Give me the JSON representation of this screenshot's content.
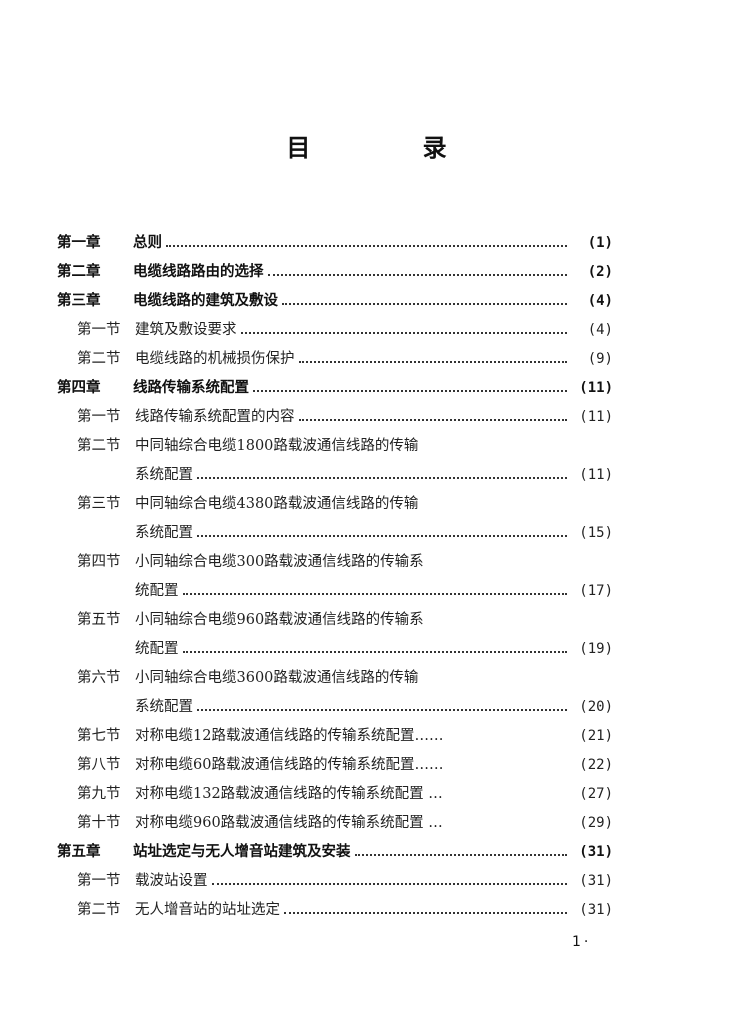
{
  "heading": "目 录",
  "toc": {
    "ch1": {
      "num": "第一章",
      "title": "总则",
      "page": "(1)"
    },
    "ch2": {
      "num": "第二章",
      "title": "电缆线路路由的选择",
      "page": "(2)"
    },
    "ch3": {
      "num": "第三章",
      "title": "电缆线路的建筑及敷设",
      "page": "(4)"
    },
    "ch3s1": {
      "num": "第一节",
      "title": "建筑及敷设要求",
      "page": "(4)"
    },
    "ch3s2": {
      "num": "第二节",
      "title": "电缆线路的机械损伤保护",
      "page": "(9)"
    },
    "ch4": {
      "num": "第四章",
      "title": "线路传输系统配置",
      "page": "(11)"
    },
    "ch4s1": {
      "num": "第一节",
      "title": "线路传输系统配置的内容",
      "page": "(11)"
    },
    "ch4s2": {
      "num": "第二节",
      "title": "中同轴综合电缆1800路载波通信线路的传输",
      "cont": "系统配置",
      "page": "(11)"
    },
    "ch4s3": {
      "num": "第三节",
      "title": "中同轴综合电缆4380路载波通信线路的传输",
      "cont": "系统配置",
      "page": "(15)"
    },
    "ch4s4": {
      "num": "第四节",
      "title": "小同轴综合电缆300路载波通信线路的传输系",
      "cont": "统配置",
      "page": "(17)"
    },
    "ch4s5": {
      "num": "第五节",
      "title": "小同轴综合电缆960路载波通信线路的传输系",
      "cont": "统配置",
      "page": "(19)"
    },
    "ch4s6": {
      "num": "第六节",
      "title": "小同轴综合电缆3600路载波通信线路的传输",
      "cont": "系统配置",
      "page": "(20)"
    },
    "ch4s7": {
      "num": "第七节",
      "title": "对称电缆12路载波通信线路的传输系统配置……",
      "page": "(21)"
    },
    "ch4s8": {
      "num": "第八节",
      "title": "对称电缆60路载波通信线路的传输系统配置……",
      "page": "(22)"
    },
    "ch4s9": {
      "num": "第九节",
      "title": "对称电缆132路载波通信线路的传输系统配置 …",
      "page": "(27)"
    },
    "ch4s10": {
      "num": "第十节",
      "title": "对称电缆960路载波通信线路的传输系统配置 …",
      "page": "(29)"
    },
    "ch5": {
      "num": "第五章",
      "title": "站址选定与无人增音站建筑及安装",
      "page": "(31)"
    },
    "ch5s1": {
      "num": "第一节",
      "title": "载波站设置",
      "page": "(31)"
    },
    "ch5s2": {
      "num": "第二节",
      "title": "无人增音站的站址选定",
      "page": "(31)"
    }
  },
  "folio": "1·"
}
